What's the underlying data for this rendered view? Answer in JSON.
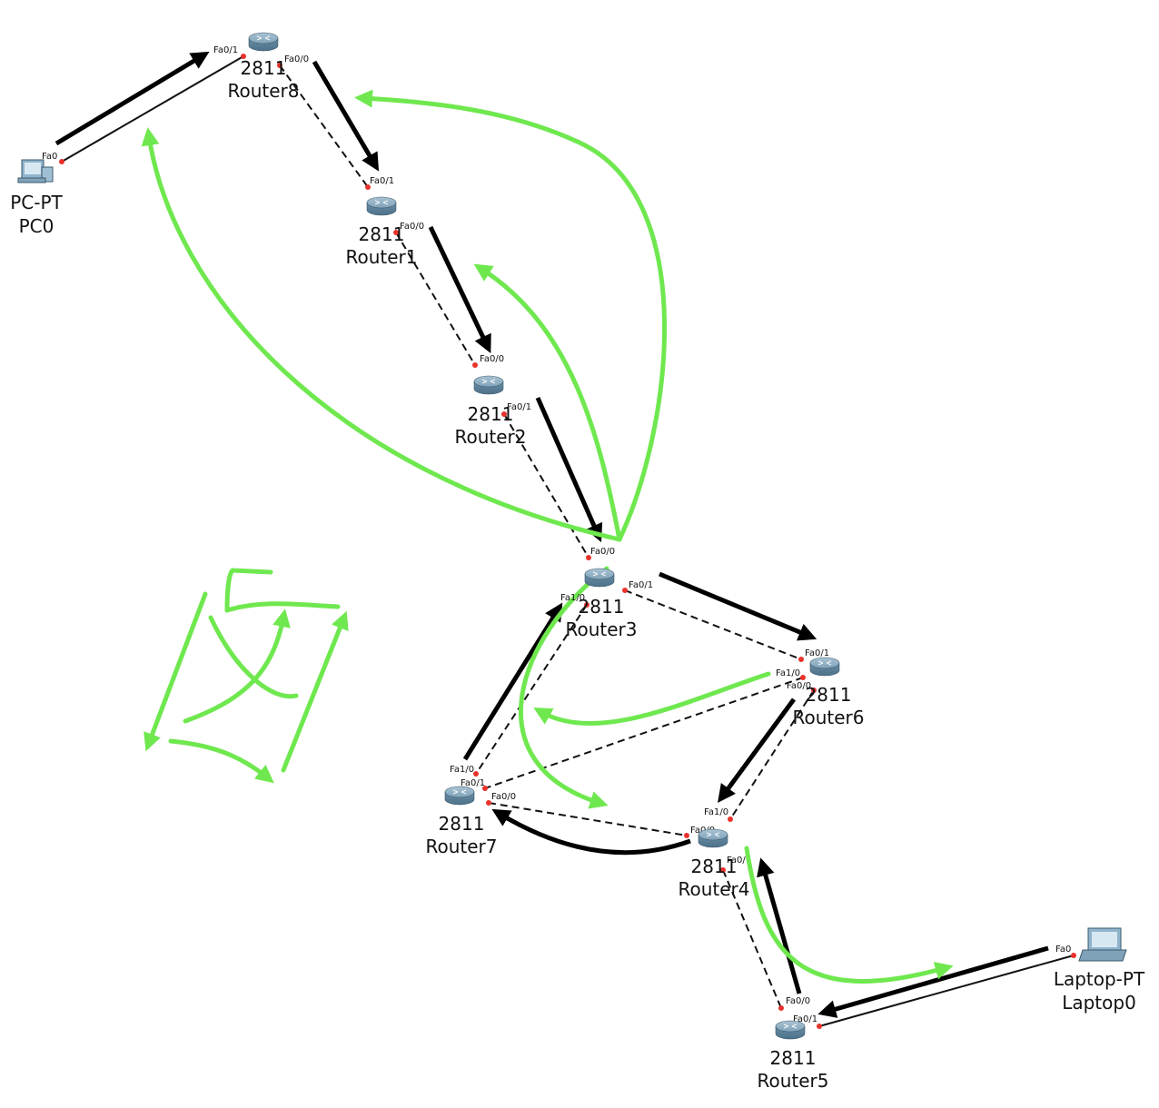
{
  "devices": {
    "pc0": {
      "model": "PC-PT",
      "name": "PC0"
    },
    "router8": {
      "model": "2811",
      "name": "Router8"
    },
    "router1": {
      "model": "2811",
      "name": "Router1"
    },
    "router2": {
      "model": "2811",
      "name": "Router2"
    },
    "router3": {
      "model": "2811",
      "name": "Router3"
    },
    "router6": {
      "model": "2811",
      "name": "Router6"
    },
    "router7": {
      "model": "2811",
      "name": "Router7"
    },
    "router4": {
      "model": "2811",
      "name": "Router4"
    },
    "router5": {
      "model": "2811",
      "name": "Router5"
    },
    "laptop0": {
      "model": "Laptop-PT",
      "name": "Laptop0"
    }
  },
  "ports": {
    "pc0_fa0": "Fa0",
    "r8_fa01": "Fa0/1",
    "r8_fa00": "Fa0/0",
    "r1_fa01": "Fa0/1",
    "r1_fa00": "Fa0/0",
    "r2_fa00": "Fa0/0",
    "r2_fa01": "Fa0/1",
    "r3_fa00": "Fa0/0",
    "r3_fa01": "Fa0/1",
    "r3_fa10": "Fa1/0",
    "r6_fa01": "Fa0/1",
    "r6_fa10": "Fa1/0",
    "r6_fa00": "Fa0/0",
    "r7_fa10": "Fa1/0",
    "r7_fa01": "Fa0/1",
    "r7_fa00": "Fa0/0",
    "r4_fa10": "Fa1/0",
    "r4_fa00": "Fa0/0",
    "r4_fa01": "Fa0/",
    "r5_fa00": "Fa0/0",
    "r5_fa01": "Fa0/1",
    "laptop_fa0": "Fa0"
  },
  "colors": {
    "link": "#111111",
    "annotation_black": "#000000",
    "annotation_green": "#6fe84f",
    "port_dot": "#e8322a",
    "router_body": "#6f95ad"
  }
}
